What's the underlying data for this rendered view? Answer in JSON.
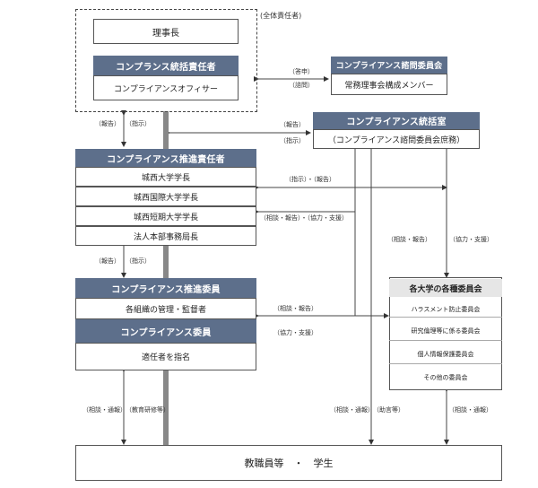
{
  "overall_label": "(全体責任者)",
  "top": {
    "director": "理事長",
    "officer_header": "コンプランス統括責任者",
    "officer": "コンプライアンスオフィサー"
  },
  "advisory": {
    "header": "コンプライアンス諮問委員会",
    "members": "常務理事会構成メンバー"
  },
  "integration": {
    "header": "コンプライアンス統括室",
    "sub": "（コンプライアンス諮問委員会庶務）"
  },
  "promotion_resp": {
    "header": "コンプライアンス推進責任者",
    "rows": [
      "城西大学学長",
      "城西国際大学学長",
      "城西短期大学学長",
      "法人本部事務局長"
    ]
  },
  "promotion_member": {
    "header": "コンプライアンス推進委員",
    "desc": "各組織の管理・監督者",
    "committee_header": "コンプライアンス委員",
    "committee_desc": "適任者を指名"
  },
  "univ_committees": {
    "header": "各大学の各種委員会",
    "items": [
      "ハラスメント防止委員会",
      "研究倫理等に係る委員会",
      "個人情報保護委員会",
      "その他の委員会"
    ]
  },
  "bottom": {
    "label": "教職員等　・　学生"
  },
  "labels": {
    "toshin": "（答申）",
    "shimon": "（諮問）",
    "hokoku": "（報告）",
    "shiji": "（指示）",
    "shiji_hokoku": "（指示）・（報告）",
    "sodan_hokoku_kyoryoku": "（相談・報告）・（協力・支援）",
    "sodan_hokoku": "（相談・報告）",
    "kyoryoku_shien": "（協力・支援）",
    "sodan_tsuho": "（相談・通報）",
    "kyoiku_kenshu": "（教育研修等）",
    "jogen": "（助言等）"
  }
}
